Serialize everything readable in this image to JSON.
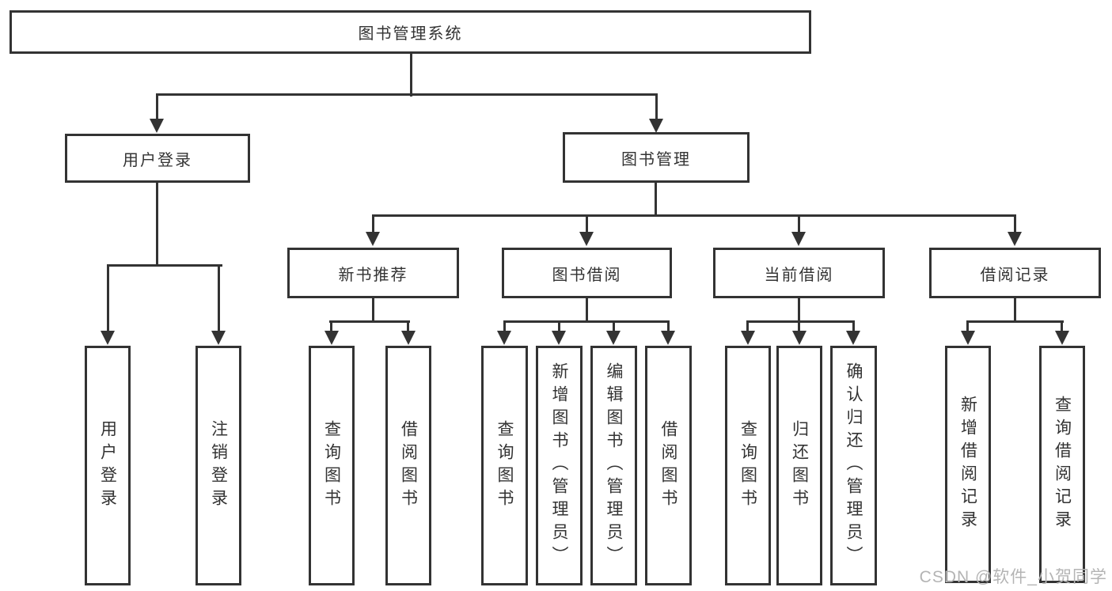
{
  "root": {
    "label": "图书管理系统"
  },
  "branches": [
    {
      "label": "用户登录",
      "children": [
        {
          "label": "用户登录"
        },
        {
          "label": "注销登录"
        }
      ]
    },
    {
      "label": "图书管理",
      "groups": [
        {
          "label": "新书推荐",
          "children": [
            {
              "label": "查询图书"
            },
            {
              "label": "借阅图书"
            }
          ]
        },
        {
          "label": "图书借阅",
          "children": [
            {
              "label": "查询图书"
            },
            {
              "label": "新增图书（管理员）"
            },
            {
              "label": "编辑图书（管理员）"
            },
            {
              "label": "借阅图书"
            }
          ]
        },
        {
          "label": "当前借阅",
          "children": [
            {
              "label": "查询图书"
            },
            {
              "label": "归还图书"
            },
            {
              "label": "确认归还（管理员）"
            }
          ]
        },
        {
          "label": "借阅记录",
          "children": [
            {
              "label": "新增借阅记录"
            },
            {
              "label": "查询借阅记录"
            }
          ]
        }
      ]
    }
  ],
  "watermark": {
    "text": "CSDN @软件_小贺同学"
  },
  "colors": {
    "line": "#333333",
    "text": "#333333",
    "watermark": "#b4b4b4",
    "background": "#ffffff"
  }
}
